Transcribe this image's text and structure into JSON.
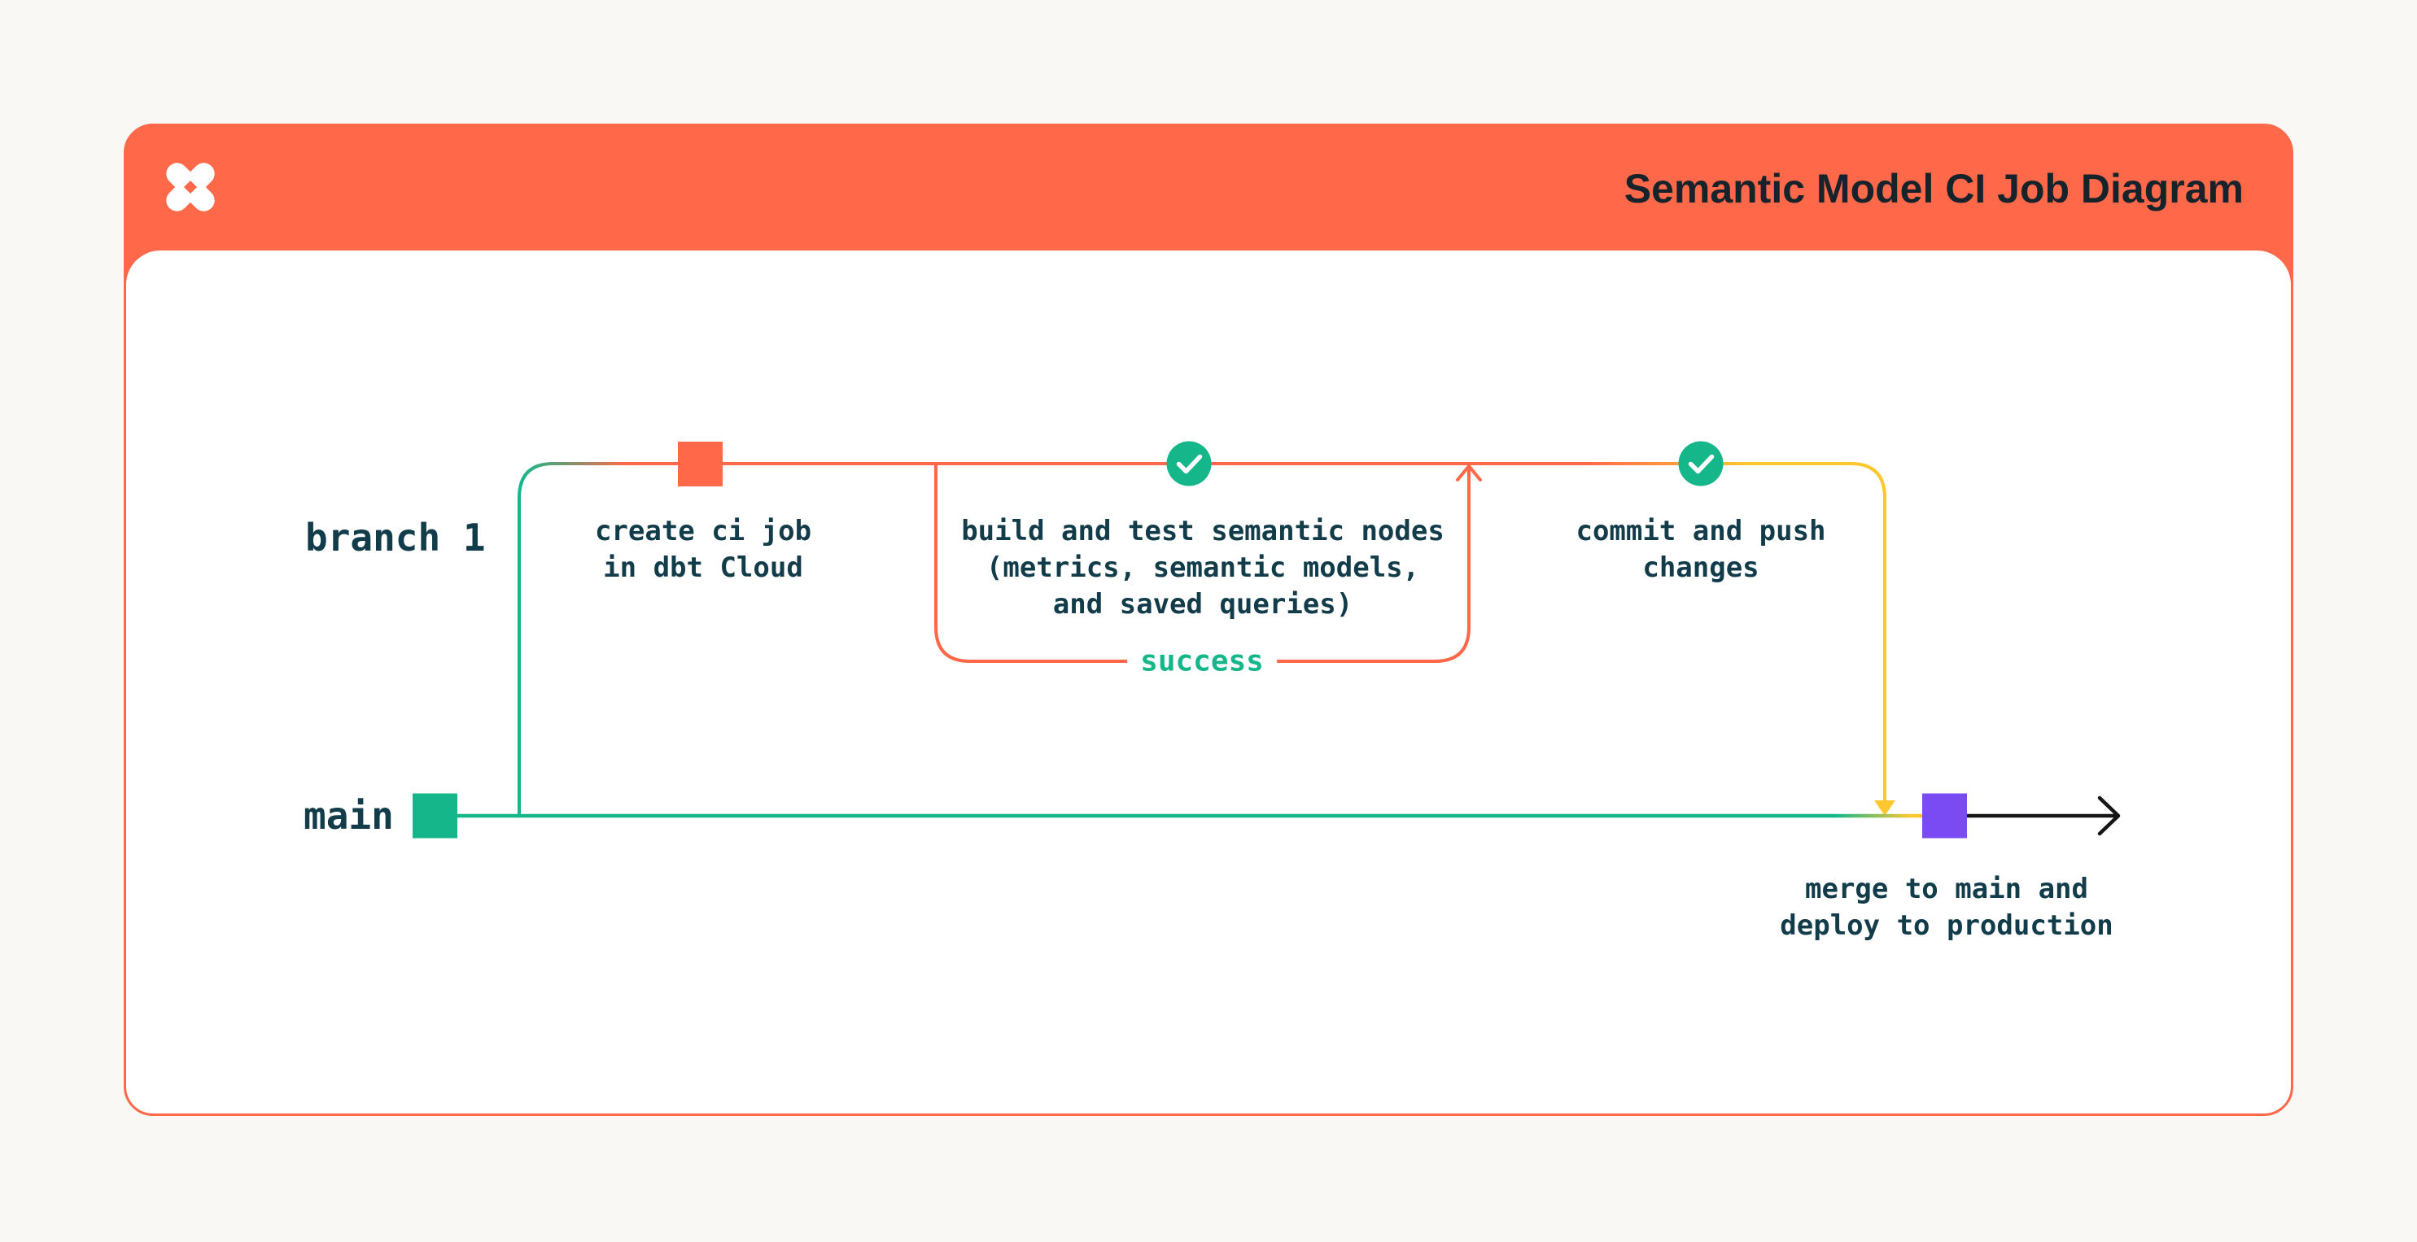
{
  "header": {
    "title": "Semantic Model CI Job Diagram",
    "logo_icon": "dbt-logo"
  },
  "diagram": {
    "branch_label": "branch 1",
    "main_label": "main",
    "nodes": {
      "create_ci": "create ci job\nin dbt Cloud",
      "build_test": "build and test semantic nodes\n(metrics, semantic models,\nand saved queries)",
      "commit_push": "commit and push\nchanges",
      "merge_deploy": "merge to main and\ndeploy to production"
    },
    "loop_label": "success",
    "markers": {
      "create_ci": "orange-square",
      "build_test": "check-circle",
      "commit_push": "check-circle",
      "merge_deploy": "purple-square",
      "main_start": "green-square"
    }
  },
  "colors": {
    "orange": "#ff694a",
    "green": "#15b78a",
    "yellow": "#ffc72f",
    "purple": "#7a4bf2",
    "ink": "#123c4a",
    "black": "#151515",
    "bg": "#f9f8f5",
    "white": "#ffffff"
  }
}
